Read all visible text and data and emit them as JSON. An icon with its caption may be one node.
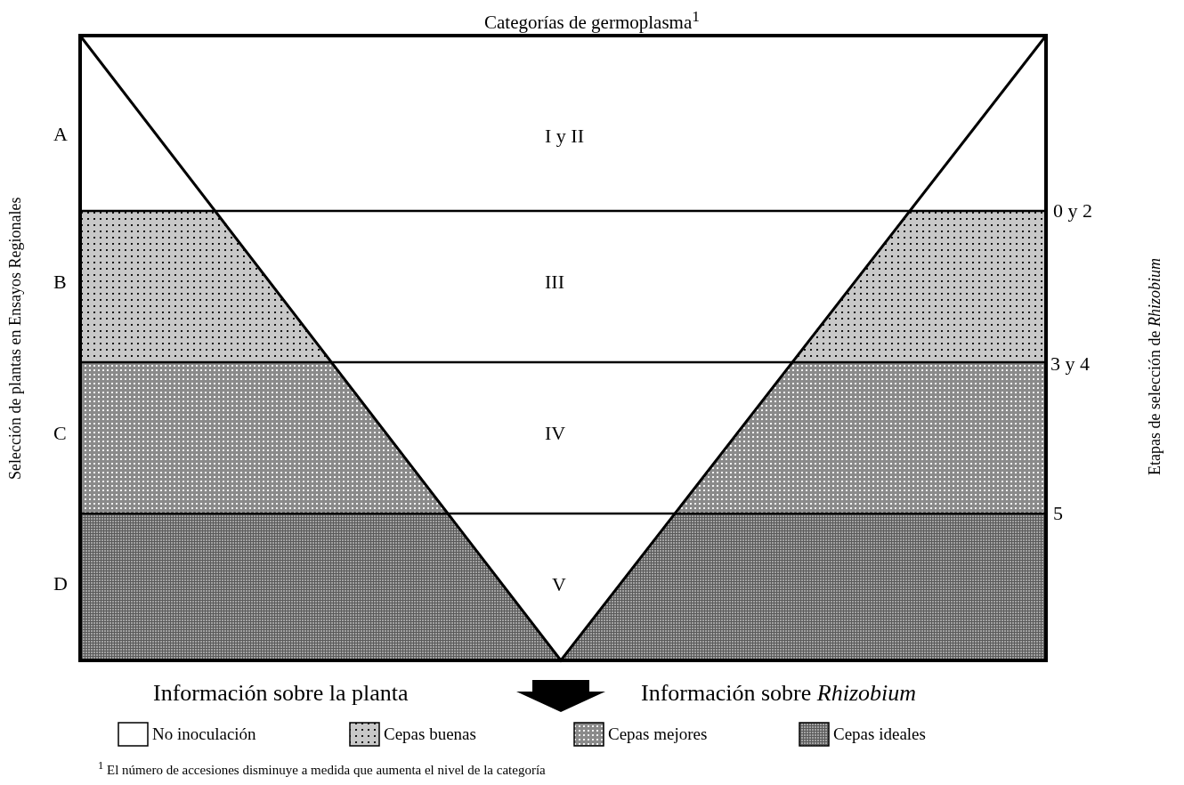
{
  "diagram": {
    "title": "Categorías de germoplasma$^{1}$",
    "labels": [
      "A",
      "I y II",
      "B",
      "0 y 2",
      "III",
      "C",
      "3 y 4",
      "IV",
      "D",
      "5",
      "V",
      "Selección de plantas en Ensayos Regionales",
      "Etapas de selección de *Rhizobium*",
      "Información sobre la planta",
      "Información sobre *Rhizobium*"
    ],
    "legend": [
      {
        "text": "No inoculación",
        "color": "#ffffff"
      },
      {
        "text": "Cepas buenas",
        "color": "#c8c8c8"
      },
      {
        "text": "Cepas mejores",
        "color": "#8a8a8a"
      },
      {
        "text": "Cepas ideales",
        "color": "#5a5a5a"
      }
    ],
    "caption": "$^{1}$ El número de accesiones disminuye a medida que aumenta el nivel de la categoría"
  }
}
